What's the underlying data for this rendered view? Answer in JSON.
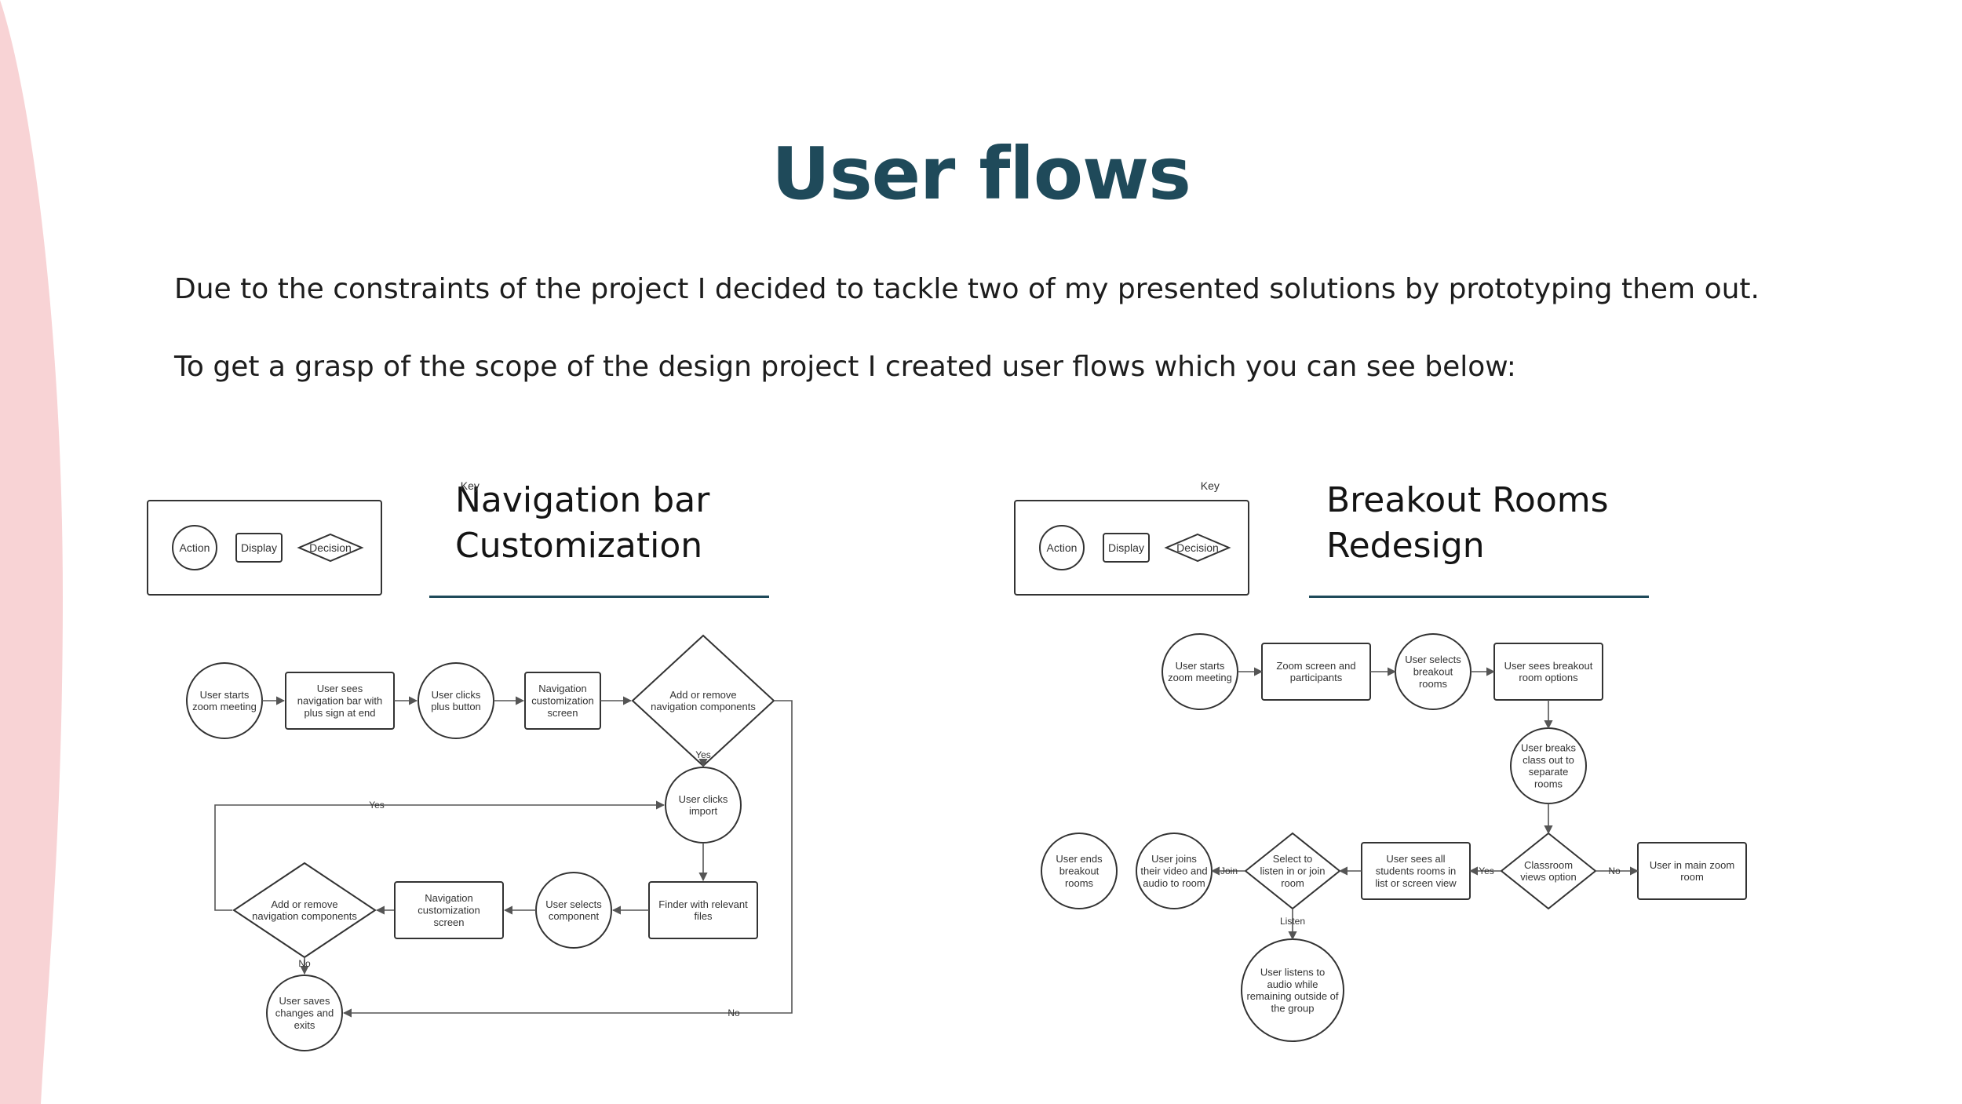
{
  "page": {
    "title": "User flows",
    "intro_lines": [
      "Due to the constraints of the project I decided to tackle two of my presented solutions by prototyping them out.",
      "To get a grasp of  the scope of the design project I created user flows which you can see below:"
    ],
    "accent_color": "#1f4a5a",
    "curve_color": "#f8d3d5"
  },
  "key": {
    "title": "Key",
    "items": [
      "Action",
      "Display",
      "Decision"
    ]
  },
  "flows": [
    {
      "title": "Navigation bar\nCustomization",
      "nodes": [
        {
          "id": "n1",
          "kind": "action",
          "lines": [
            "User starts",
            "zoom meeting"
          ]
        },
        {
          "id": "n2",
          "kind": "display",
          "lines": [
            "User sees",
            "navigation bar with",
            "plus sign at end"
          ]
        },
        {
          "id": "n3",
          "kind": "action",
          "lines": [
            "User clicks",
            "plus button"
          ]
        },
        {
          "id": "n4",
          "kind": "display",
          "lines": [
            "Navigation",
            "customization",
            "screen"
          ]
        },
        {
          "id": "n5",
          "kind": "decision",
          "lines": [
            "Add or remove",
            "navigation components"
          ]
        },
        {
          "id": "n6",
          "kind": "action",
          "lines": [
            "User clicks",
            "import"
          ]
        },
        {
          "id": "n7",
          "kind": "display",
          "lines": [
            "Finder with relevant",
            "files"
          ]
        },
        {
          "id": "n8",
          "kind": "action",
          "lines": [
            "User selects",
            "component"
          ]
        },
        {
          "id": "n9",
          "kind": "display",
          "lines": [
            "Navigation",
            "customization",
            "screen"
          ]
        },
        {
          "id": "n10",
          "kind": "decision",
          "lines": [
            "Add or remove",
            "navigation components"
          ]
        },
        {
          "id": "n11",
          "kind": "action",
          "lines": [
            "User saves",
            "changes and",
            "exits"
          ]
        }
      ],
      "edge_labels": [
        "Yes",
        "Yes",
        "No",
        "No"
      ]
    },
    {
      "title": "Breakout Rooms\nRedesign",
      "nodes": [
        {
          "id": "b1",
          "kind": "action",
          "lines": [
            "User starts",
            "zoom meeting"
          ]
        },
        {
          "id": "b2",
          "kind": "display",
          "lines": [
            "Zoom screen and",
            "participants"
          ]
        },
        {
          "id": "b3",
          "kind": "action",
          "lines": [
            "User selects",
            "breakout",
            "rooms"
          ]
        },
        {
          "id": "b4",
          "kind": "display",
          "lines": [
            "User sees breakout",
            "room options"
          ]
        },
        {
          "id": "b5",
          "kind": "action",
          "lines": [
            "User breaks",
            "class out to",
            "separate",
            "rooms"
          ]
        },
        {
          "id": "b6",
          "kind": "decision",
          "lines": [
            "Classroom",
            "views option"
          ]
        },
        {
          "id": "b7",
          "kind": "display",
          "lines": [
            "User in main zoom",
            "room"
          ]
        },
        {
          "id": "b8",
          "kind": "display",
          "lines": [
            "User sees all",
            "students rooms in",
            "list or screen view"
          ]
        },
        {
          "id": "b9",
          "kind": "decision",
          "lines": [
            "Select to",
            "listen in or join",
            "room"
          ]
        },
        {
          "id": "b10",
          "kind": "action",
          "lines": [
            "User joins",
            "their video and",
            "audio to room"
          ]
        },
        {
          "id": "b11",
          "kind": "action",
          "lines": [
            "User ends",
            "breakout",
            "rooms"
          ]
        },
        {
          "id": "b12",
          "kind": "action",
          "lines": [
            "User listens to",
            "audio while",
            "remaining outside of",
            "the group"
          ]
        }
      ],
      "edge_labels": [
        "Yes",
        "No",
        "Join",
        "Listen"
      ]
    }
  ]
}
